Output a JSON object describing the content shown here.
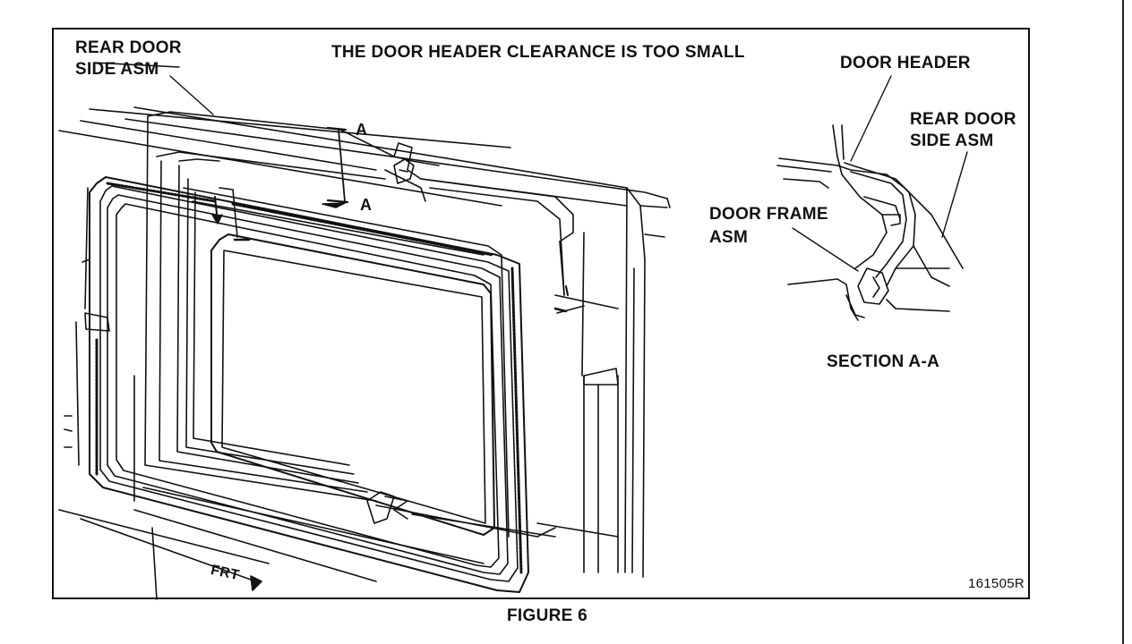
{
  "labels": {
    "rear_door_side_left_line1": "REAR DOOR",
    "rear_door_side_left_line2": "SIDE ASM",
    "title": "THE DOOR HEADER CLEARANCE IS TOO SMALL",
    "door_header": "DOOR HEADER",
    "rear_door_side_right_line1": "REAR DOOR",
    "rear_door_side_right_line2": "SIDE ASM",
    "door_frame_line1": "DOOR FRAME",
    "door_frame_line2": "ASM",
    "section": "SECTION A-A",
    "section_mark_top": "A",
    "section_mark_bottom": "A",
    "front": "FRT",
    "ref_number": "161505R",
    "figure": "FIGURE 6"
  }
}
